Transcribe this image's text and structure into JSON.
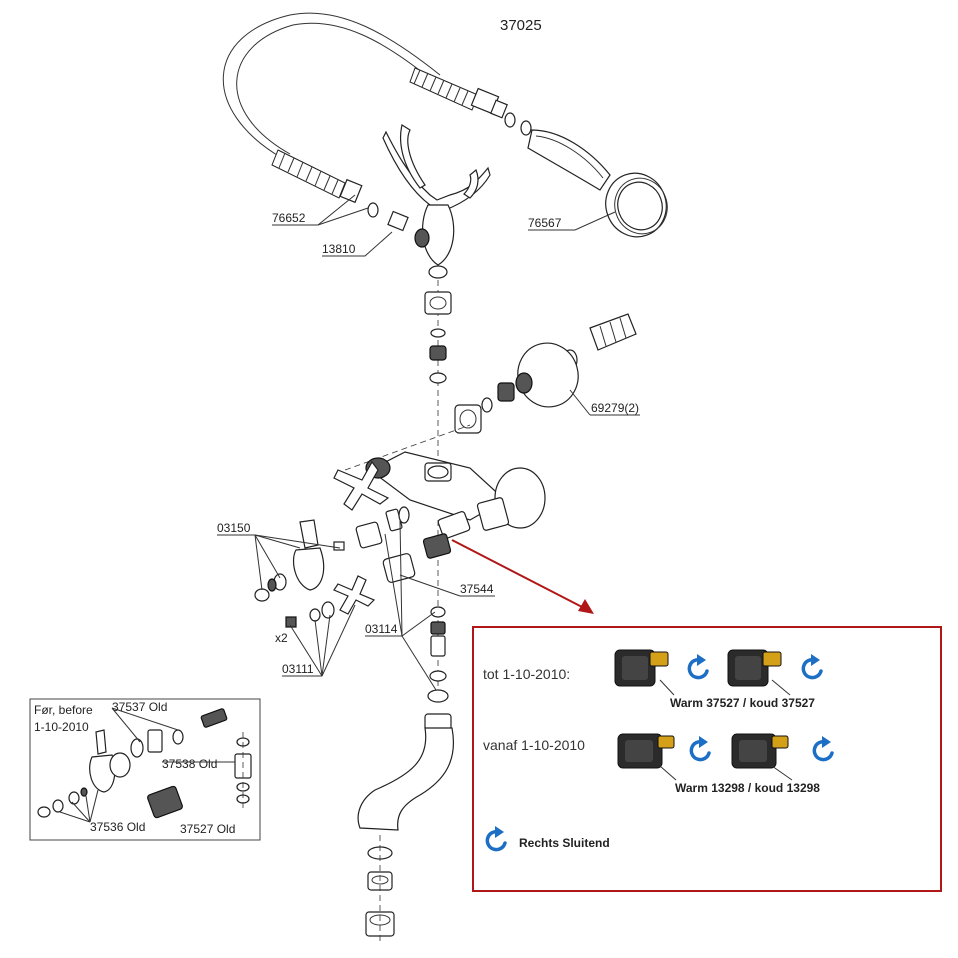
{
  "title": "37025",
  "labels": {
    "p76652": "76652",
    "p13810": "13810",
    "p76567": "76567",
    "p69279": "69279(2)",
    "p03150": "03150",
    "p37544": "37544",
    "p03114": "03114",
    "x2": "x2",
    "p03111": "03111"
  },
  "inset": {
    "line1": "Før, before",
    "line2": "1-10-2010",
    "p37537": "37537 Old",
    "p37538": "37538 Old",
    "p37536": "37536 Old",
    "p37527": "37527 Old"
  },
  "panel": {
    "row1_label": "tot 1-10-2010:",
    "row1_parts": "Warm 37527 / koud 37527",
    "row2_label": "vanaf 1-10-2010",
    "row2_parts": "Warm 13298 / koud 13298",
    "legend": "Rechts Sluitend"
  },
  "icons": {
    "arrow": "clockwise-arrow-icon"
  },
  "colors": {
    "frame": "#b01818",
    "arrow_icon": "#1c6fc4"
  }
}
